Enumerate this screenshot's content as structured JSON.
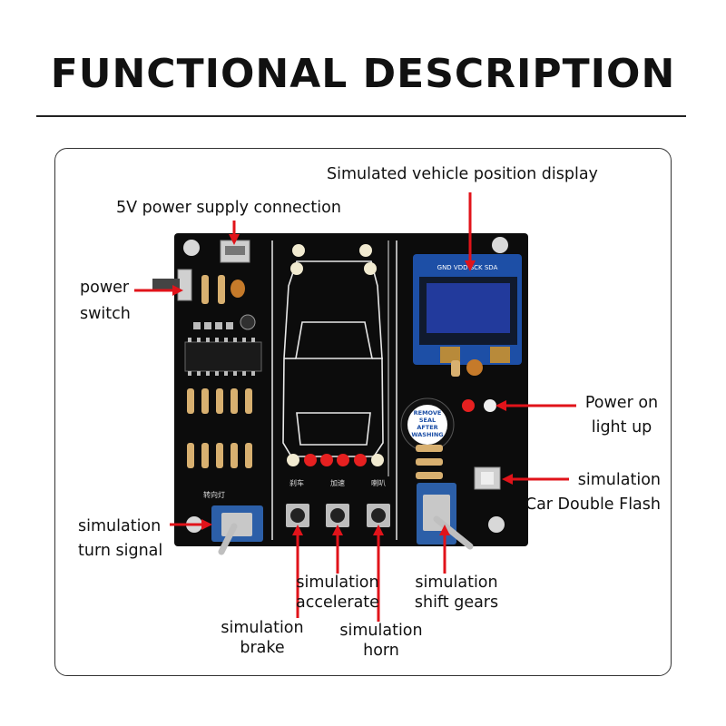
{
  "title": "FUNCTIONAL DESCRIPTION",
  "callouts": {
    "display": "Simulated vehicle position display",
    "power_supply": "5V power supply connection",
    "power_switch": [
      "power",
      "switch"
    ],
    "power_on": [
      "Power on",
      "light up"
    ],
    "double_flash": [
      "simulation",
      "Car Double Flash"
    ],
    "turn_signal": [
      "simulation",
      "turn signal"
    ],
    "accelerate": [
      "simulation",
      "accelerate"
    ],
    "shift_gears": [
      "simulation",
      "shift gears"
    ],
    "brake": [
      "simulation",
      "brake"
    ],
    "horn": [
      "simulation",
      "horn"
    ]
  },
  "board_text": {
    "pin_labels": "GND VDD SCK SDA",
    "buzzer_sticker": [
      "REMOVE",
      "SEAL",
      "AFTER",
      "WASHING"
    ],
    "button_brake": "刹车",
    "button_accel": "加速",
    "button_horn": "喇叭",
    "turn_label": "转向灯"
  },
  "colors": {
    "arrow": "#e1131a",
    "board": "#0c0c0c",
    "text": "#111111"
  }
}
